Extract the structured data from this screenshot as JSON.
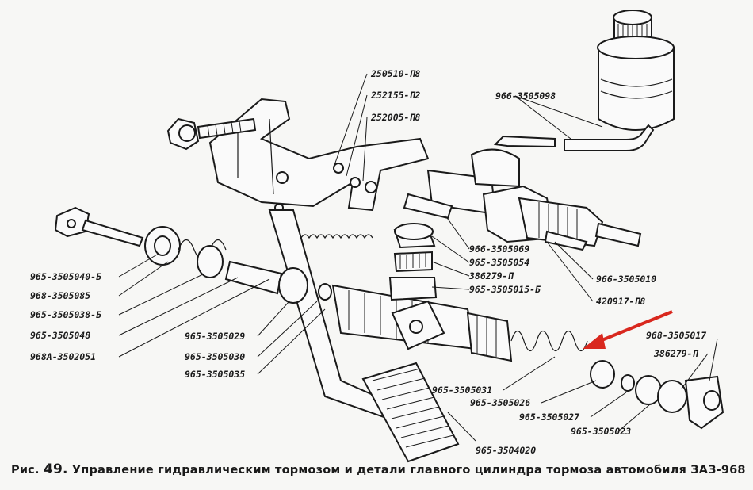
{
  "figure": {
    "caption_prefix": "Рис.",
    "caption_number": "49.",
    "caption_text": "Управление гидравлическим тормозом и детали главного цилиндра тормоза автомобиля ЗАЗ-968"
  },
  "labels": {
    "l01": "250510-П8",
    "l02": "252155-П2",
    "l03": "252005-П8",
    "l04": "966-3505098",
    "l05": "966-3505069",
    "l06": "965-3505054",
    "l07": "386279-П",
    "l08": "965-3505015-Б",
    "l09": "966-3505010",
    "l10": "420917-П8",
    "l11": "965-3505040-Б",
    "l12": "968-3505085",
    "l13": "965-3505038-Б",
    "l14": "965-3505048",
    "l15": "968А-3502051",
    "l16": "965-3505029",
    "l17": "965-3505030",
    "l18": "965-3505035",
    "l19": "965-3505031",
    "l20": "965-3505026",
    "l21": "965-3505027",
    "l22": "965-3505023",
    "l23": "965-3504020",
    "l24": "968-3505017",
    "l25": "386279-П"
  },
  "colors": {
    "ink": "#1a1a1a",
    "paper": "#f7f7f5",
    "arrow": "#d9281e"
  }
}
